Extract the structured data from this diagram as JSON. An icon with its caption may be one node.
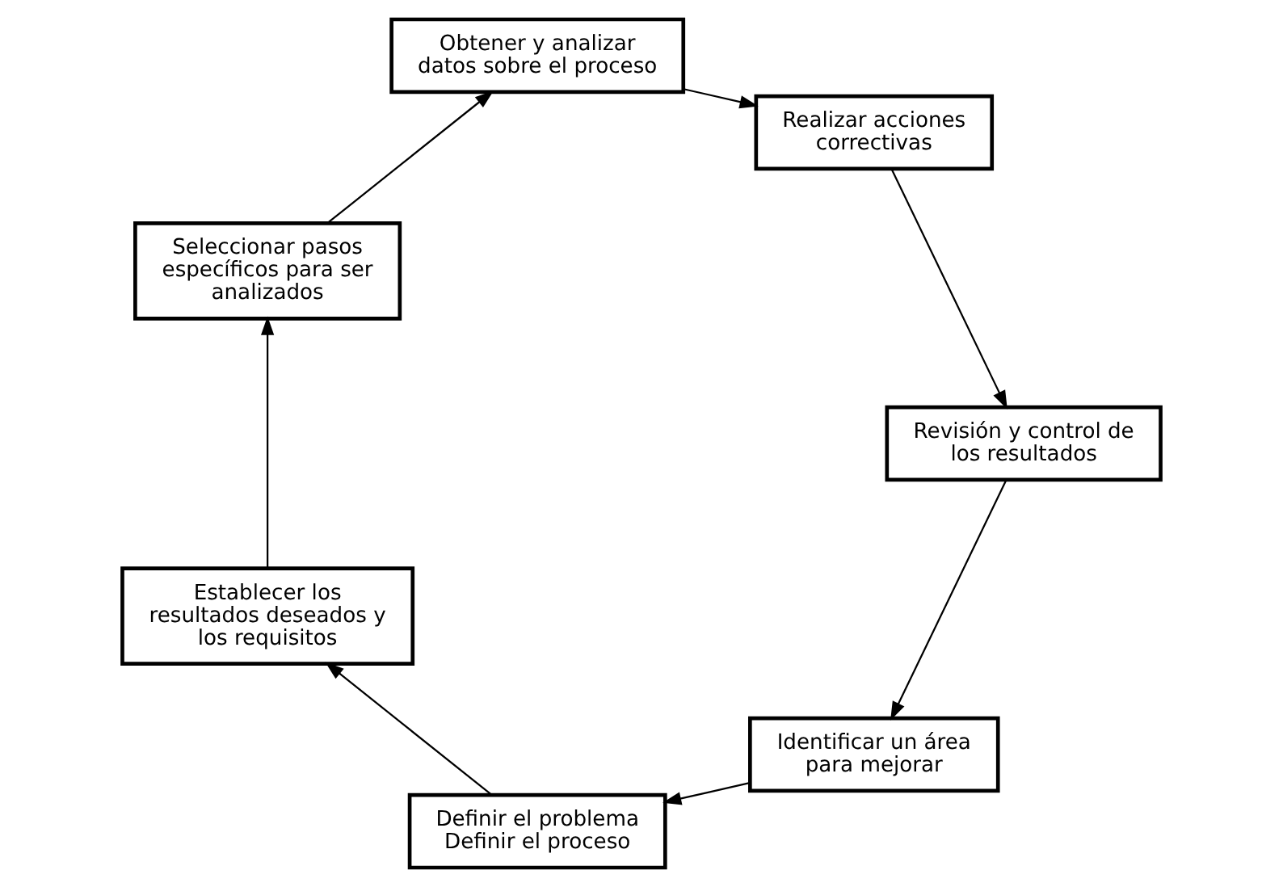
{
  "diagram": {
    "nodes": [
      {
        "text": [
          "Identificar un área para mejorar"
        ]
      },
      {
        "text": [
          "Definir el problema",
          "Definir el proceso"
        ]
      },
      {
        "text": [
          "Establecer los resultados deseados y los requisitos"
        ]
      },
      {
        "text": [
          "Seleccionar pasos específicos para ser analizados"
        ]
      },
      {
        "text": [
          "Obtener y analizar datos sobre el proceso"
        ]
      },
      {
        "text": [
          "Realizar acciones correctivas"
        ]
      },
      {
        "text": [
          "Revisión y control de los resultados"
        ]
      }
    ],
    "edges": [
      {
        "from": 0,
        "to": 1,
        "arrow": "to"
      },
      {
        "from": 1,
        "to": 2,
        "arrow": "to"
      },
      {
        "from": 2,
        "to": 3,
        "arrow": "to"
      },
      {
        "from": 3,
        "to": 4,
        "arrow": "to"
      },
      {
        "from": 4,
        "to": 5,
        "arrow": "to"
      },
      {
        "from": 5,
        "to": 6,
        "arrow": "to"
      },
      {
        "from": 6,
        "to": 0,
        "arrow": "to"
      }
    ]
  }
}
